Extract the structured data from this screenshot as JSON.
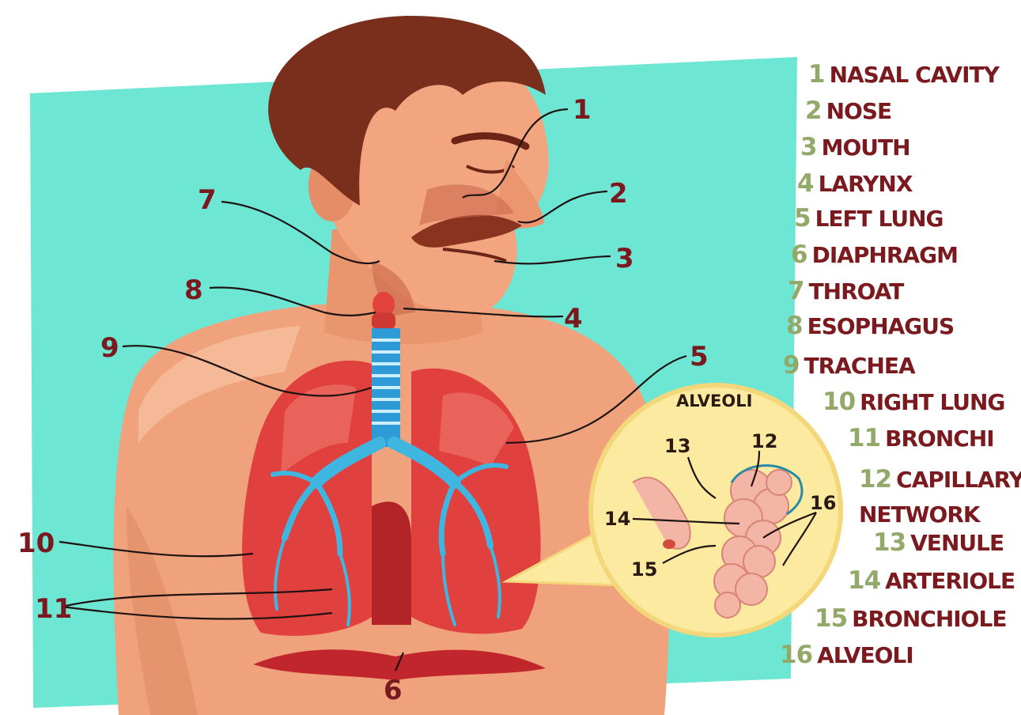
{
  "colors": {
    "background": "#6ee6d4",
    "label_number": "#93a96a",
    "label_text": "#7a1a1e",
    "skin": "#f0a27c",
    "lung": "#e0413e",
    "trachea": "#2f9bd6",
    "bubble": "#fbeaa0"
  },
  "callouts": {
    "c1": "1",
    "c2": "2",
    "c3": "3",
    "c4": "4",
    "c5": "5",
    "c6": "6",
    "c7": "7",
    "c8": "8",
    "c9": "9",
    "c10": "10",
    "c11": "11"
  },
  "inset": {
    "title": "ALVEOLI",
    "c12": "12",
    "c13": "13",
    "c14": "14",
    "c15": "15",
    "c16": "16"
  },
  "legend": [
    {
      "num": "1",
      "name": "NASAL CAVITY"
    },
    {
      "num": "2",
      "name": "NOSE"
    },
    {
      "num": "3",
      "name": "MOUTH"
    },
    {
      "num": "4",
      "name": "LARYNX"
    },
    {
      "num": "5",
      "name": "LEFT LUNG"
    },
    {
      "num": "6",
      "name": "DIAPHRAGM"
    },
    {
      "num": "7",
      "name": "THROAT"
    },
    {
      "num": "8",
      "name": "ESOPHAGUS"
    },
    {
      "num": "9",
      "name": "TRACHEA"
    },
    {
      "num": "10",
      "name": "RIGHT LUNG"
    },
    {
      "num": "11",
      "name": "BRONCHI"
    },
    {
      "num": "12",
      "name": "CAPILLARY NETWORK"
    },
    {
      "num": "13",
      "name": "VENULE"
    },
    {
      "num": "14",
      "name": "ARTERIOLE"
    },
    {
      "num": "15",
      "name": "BRONCHIOLE"
    },
    {
      "num": "16",
      "name": "ALVEOLI"
    }
  ]
}
